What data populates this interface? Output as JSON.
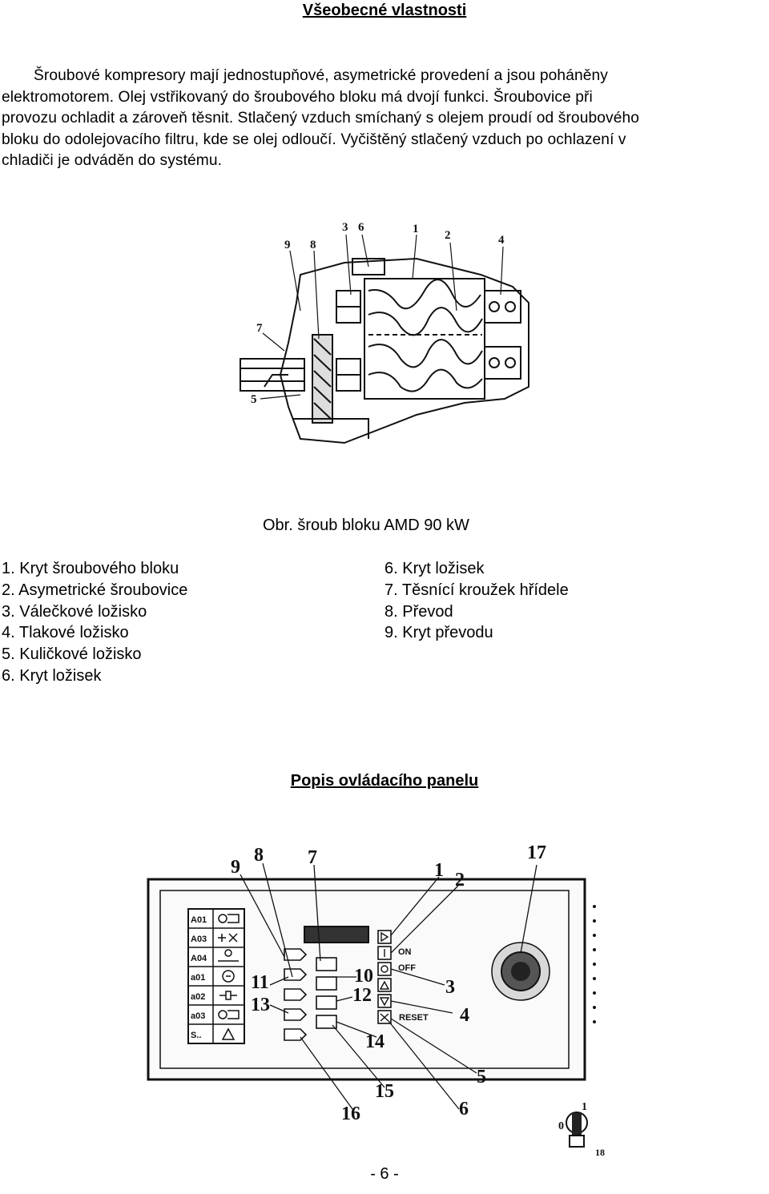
{
  "section_title": "Všeobecné vlastnosti",
  "paragraph_lines": [
    "Šroubové kompresory mají jednostupňové, asymetrické provedení a jsou poháněny",
    "elektromotorem. Olej vstřikovaný do šroubového bloku má dvojí funkci. Šroubovice při",
    "provozu ochladit a zároveň těsnit. Stlačený vzduch smíchaný s olejem proudí od šroubového",
    "bloku do odolejovacího filtru, kde se olej odloučí. Vyčištěný stlačený vzduch po ochlazení v",
    "chladiči je odváděn do systému."
  ],
  "figure1": {
    "callouts": [
      "9",
      "8",
      "3",
      "6",
      "1",
      "2",
      "4",
      "7",
      "5"
    ],
    "caption": "Obr. šroub bloku AMD 90 kW"
  },
  "parts_left": [
    "1. Kryt šroubového bloku",
    "2. Asymetrické šroubovice",
    "3. Válečkové ložisko",
    "4. Tlakové ložisko",
    "5. Kuličkové ložisko",
    "6. Kryt ložisek"
  ],
  "parts_right": [
    "6. Kryt ložisek",
    "7. Těsnící kroužek hřídele",
    "8. Převod",
    "9. Kryt převodu"
  ],
  "panel_title": "Popis ovládacího panelu",
  "panel": {
    "table_codes": [
      "A01",
      "A03",
      "A04",
      "a01",
      "a02",
      "a03",
      "S.."
    ],
    "button_labels": {
      "on": "ON",
      "off": "OFF",
      "reset": "RESET"
    },
    "callouts": [
      "9",
      "8",
      "7",
      "1",
      "2",
      "17",
      "10",
      "11",
      "12",
      "13",
      "3",
      "4",
      "14",
      "5",
      "15",
      "6",
      "16"
    ],
    "key_switch_labels": [
      "0",
      "1",
      "18"
    ]
  },
  "page_number": "- 6 -"
}
